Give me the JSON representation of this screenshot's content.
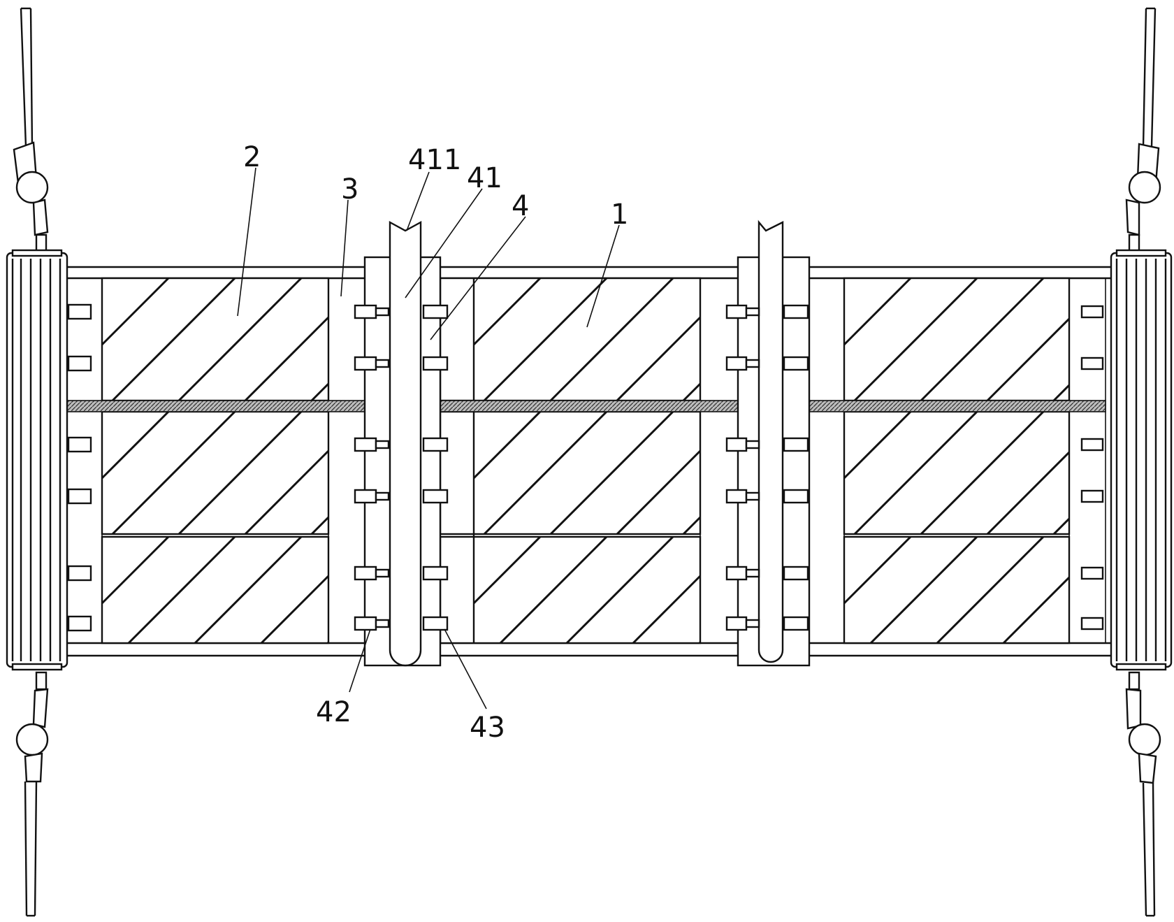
{
  "figure": {
    "labels": {
      "part_1": "1",
      "part_2": "2",
      "part_3": "3",
      "part_4": "4",
      "part_41": "41",
      "part_411": "411",
      "part_42": "42",
      "part_43": "43"
    }
  }
}
